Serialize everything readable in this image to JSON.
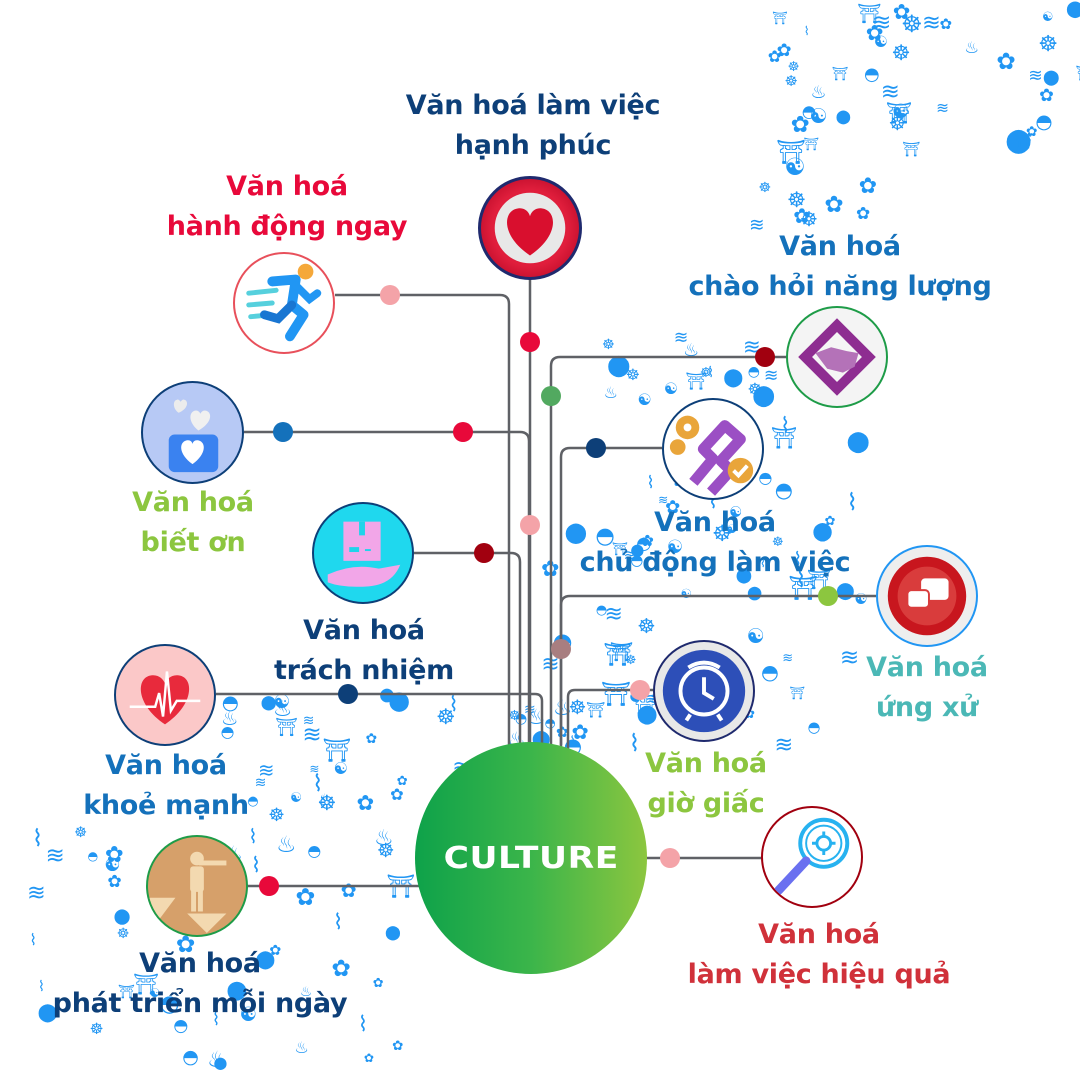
{
  "center": {
    "label": "CULTURE"
  },
  "nodes": [
    {
      "id": "happy-work",
      "line1": "Văn hoá làm việc",
      "line2": "hạnh phúc",
      "color": "#0d3f78",
      "icon": "heart-icon"
    },
    {
      "id": "act-now",
      "line1": "Văn hoá",
      "line2": "hành động ngay",
      "color": "#e8093a",
      "icon": "running-person-icon"
    },
    {
      "id": "energetic-greeting",
      "line1": "Văn hoá",
      "line2": "chào hỏi năng lượng",
      "color": "#1471bb",
      "icon": "handshake-icon"
    },
    {
      "id": "gratitude",
      "line1": "Văn hoá",
      "line2": "biết ơn",
      "color": "#8cc63f",
      "icon": "heart-message-icon"
    },
    {
      "id": "proactive-work",
      "line1": "Văn hoá",
      "line2": "chủ động làm việc",
      "color": "#1471bb",
      "icon": "chain-gears-icon"
    },
    {
      "id": "responsibility",
      "line1": "Văn hoá",
      "line2": "trách nhiệm",
      "color": "#0d3f78",
      "icon": "package-hand-icon"
    },
    {
      "id": "behavior",
      "line1": "Văn hoá",
      "line2": "ứng xử",
      "color": "#4bb8b6",
      "icon": "chat-bubbles-icon"
    },
    {
      "id": "health",
      "line1": "Văn hoá",
      "line2": "khoẻ mạnh",
      "color": "#1471bb",
      "icon": "heartbeat-icon"
    },
    {
      "id": "punctuality",
      "line1": "Văn hoá",
      "line2": "giờ giấc",
      "color": "#8cc63f",
      "icon": "alarm-clock-icon"
    },
    {
      "id": "daily-growth",
      "line1": "Văn hoá",
      "line2": "phát triển mỗi ngày",
      "color": "#0d3f78",
      "icon": "person-telescope-icon"
    },
    {
      "id": "effective-work",
      "line1": "Văn hoá",
      "line2": "làm việc hiệu quả",
      "color": "#d0313a",
      "icon": "magnifier-virus-icon"
    }
  ],
  "connector_colors": {
    "line": "#5f6166",
    "pink": "#f4a3a8",
    "red": "#e8093a",
    "dark_red": "#a1000f",
    "green": "#52a960",
    "navy": "#0d3f78",
    "blue": "#1471bb",
    "lime": "#8cc63f",
    "mauve": "#a87e80"
  },
  "decoration_color": "#2196f3"
}
